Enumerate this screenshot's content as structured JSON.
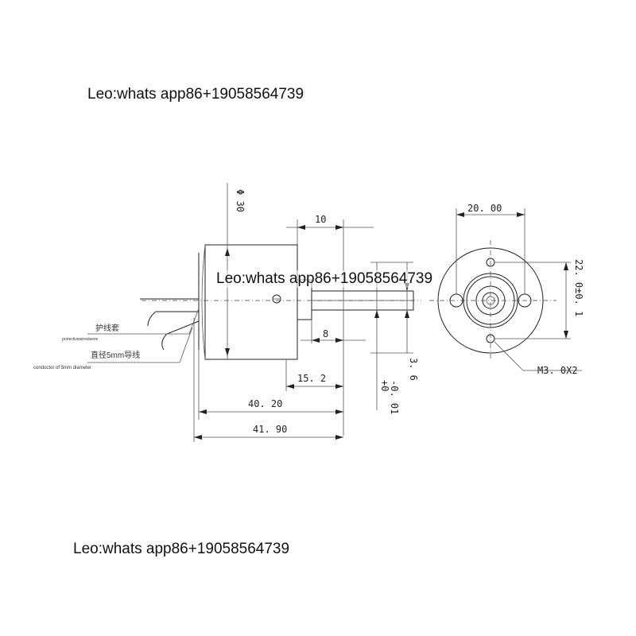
{
  "contact": {
    "top": "Leo:whats app86+19058564739",
    "middle": "Leo:whats app86+19058564739",
    "bottom": "Leo:whats app86+19058564739"
  },
  "side_view": {
    "diameter": "Φ 30",
    "dim_10": "10",
    "dim_8": "8",
    "dim_15_2": "15. 2",
    "dim_40_20": "40. 20",
    "dim_41_90": "41. 90",
    "dim_3_6": "3. 6",
    "tol_plus": "+0",
    "tol_minus": "-0. 01",
    "sleeve_cn": "护线套",
    "sleeve_en": "protectivewiresleeve",
    "wire_cn": "直径5mm导线",
    "wire_en": "conductor of 5mm diameter"
  },
  "front_view": {
    "dim_20": "20. 00",
    "dim_22": "22. 0±0. 1",
    "thread": "M3. 0X2"
  },
  "colors": {
    "line": "#222222",
    "text": "#111111"
  }
}
